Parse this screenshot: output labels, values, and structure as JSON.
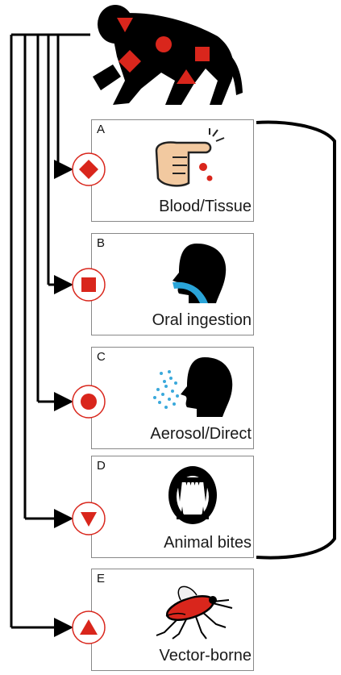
{
  "colors": {
    "marker_red": "#d9261c",
    "silhouette": "#000000",
    "frame_gray": "#888888"
  },
  "source_icon": "primate-silhouette-icon",
  "routes": [
    {
      "letter": "A",
      "label": "Blood/Tissue",
      "marker": "diamond",
      "icon": "finger-wound-icon"
    },
    {
      "letter": "B",
      "label": "Oral ingestion",
      "marker": "square",
      "icon": "head-throat-icon"
    },
    {
      "letter": "C",
      "label": "Aerosol/Direct",
      "marker": "circle",
      "icon": "head-sneeze-icon"
    },
    {
      "letter": "D",
      "label": "Animal bites",
      "marker": "triangle-down",
      "icon": "fangs-mouth-icon"
    },
    {
      "letter": "E",
      "label": "Vector-borne",
      "marker": "triangle-up",
      "icon": "mosquito-icon"
    }
  ]
}
